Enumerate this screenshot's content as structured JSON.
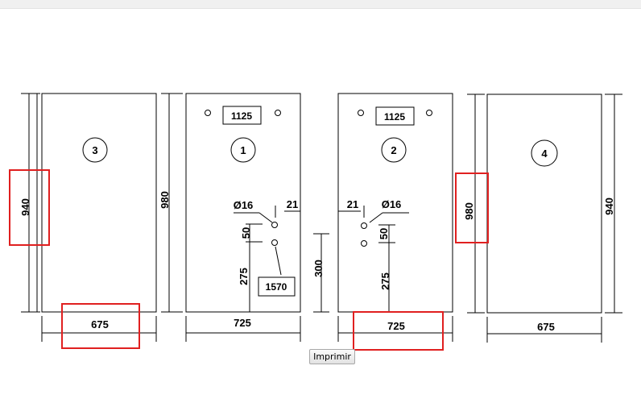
{
  "colors": {
    "line": "#000000",
    "highlight": "#e02020",
    "background": "#ffffff"
  },
  "panels": [
    {
      "id": "panel-3",
      "number": "3",
      "width_label": "675",
      "height_label": "940"
    },
    {
      "id": "panel-1",
      "number": "1",
      "width_label": "725",
      "height_label": "980",
      "code": "1125",
      "hole_diameter": "Ø16",
      "hole_offset": "21",
      "hole_spacing": "50",
      "hole_height": "275",
      "callout": "1570"
    },
    {
      "id": "panel-2",
      "number": "2",
      "width_label": "725",
      "code": "1125",
      "hole_diameter": "Ø16",
      "hole_offset": "21",
      "hole_spacing": "50",
      "hole_height": "275",
      "left_height": "300"
    },
    {
      "id": "panel-4",
      "number": "4",
      "width_label": "675",
      "height_label": "980",
      "right_height_label": "940"
    }
  ],
  "print_button": {
    "label": "Imprimir"
  }
}
